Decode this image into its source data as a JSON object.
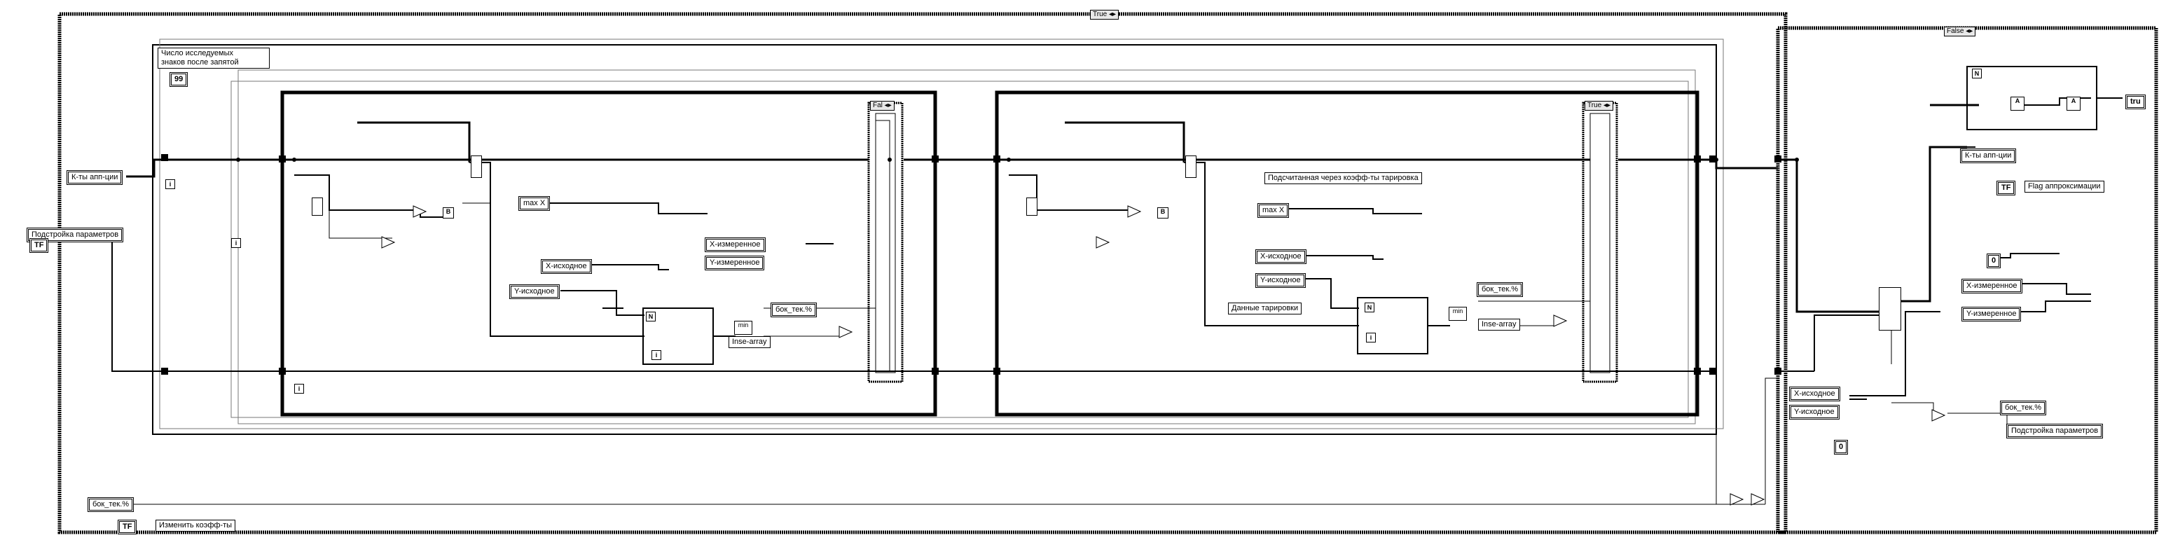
{
  "outer_case": {
    "selector": "True"
  },
  "left_inner_case": {
    "selector": "Fal"
  },
  "right_inner_case": {
    "selector": "True"
  },
  "false_case": {
    "selector": "False"
  },
  "labels": {
    "digits_note": "Число исследуемых\nзнаков после запятой",
    "podstroika_left": "Подстройка параметров",
    "kt_appr_left": "К-ты апп-ции",
    "bok_tek_left": "бок_тек.%",
    "change_coef": "Изменить коэфф-ты",
    "max_x_1": "max X",
    "x_ish_1": "Х-исходное",
    "y_ish_1": "Y-исходное",
    "x_izm_1": "Х-измеренное",
    "y_izm_1": "Y-измеренное",
    "bok_tek_1": "бок_тек.%",
    "insert_array_1": "Inse-array",
    "calc_note": "Подсчитанная через коэфф-ты тарировка",
    "max_x_2": "max X",
    "x_ish_2": "Х-исходное",
    "y_ish_2": "Y-исходное",
    "tare_data": "Данные тарировки",
    "bok_tek_2": "бок_тек.%",
    "insert_array_2": "Inse-array",
    "kt_appr_right": "К-ты апп-ции",
    "flag_approx": "Flag аппроксимации",
    "x_izm_r": "Х-измеренное",
    "y_izm_r": "Y-измеренное",
    "x_ish_r": "Х-исходное",
    "y_ish_r": "Y-исходное",
    "bok_tek_r": "бок_тек.%",
    "podstroika_r": "Подстройка параметров"
  },
  "constants": {
    "num_99": "99",
    "tf": "TF",
    "zero": "0",
    "i_term": "i",
    "n_term": "N",
    "true_const": "tru",
    "b_term": "B",
    "a_term": "A"
  },
  "colors": {
    "wire": "#000000",
    "frame": "#000000",
    "background": "#ffffff",
    "select_bg": "#e8e8e8"
  }
}
